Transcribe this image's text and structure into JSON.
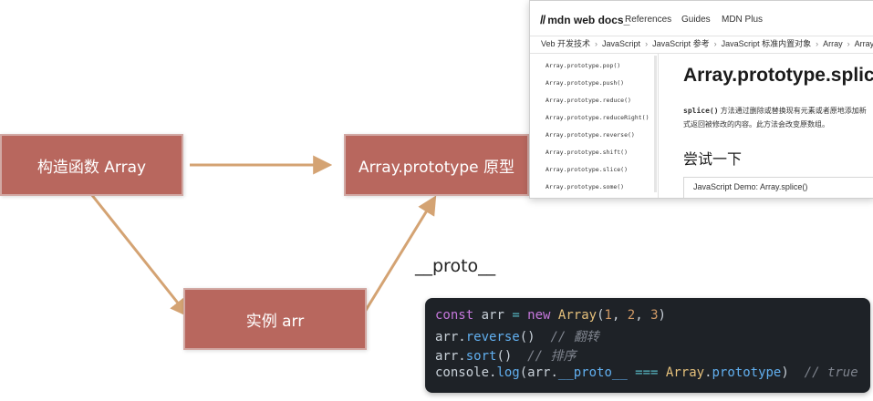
{
  "diagram": {
    "constructor_box": "构造函数 Array",
    "prototype_box": "Array.prototype 原型",
    "instance_box": "实例 arr",
    "proto_label": "__proto__",
    "colors": {
      "box_fill": "#b8675e",
      "box_border": "#d2a9a4",
      "arrow": "#d4a373"
    }
  },
  "code": {
    "line1": {
      "kw": "const",
      "var": " arr ",
      "op": "=",
      "kw2": " new ",
      "cls": "Array",
      "args_open": "(",
      "n1": "1",
      "c1": ", ",
      "n2": "2",
      "c2": ", ",
      "n3": "3",
      "args_close": ")"
    },
    "line2": {
      "obj": "arr.",
      "fn": "reverse",
      "call": "()",
      "comment": "  // 翻转"
    },
    "line3": {
      "obj": "arr.",
      "fn": "sort",
      "call": "()",
      "comment": "  // 排序"
    },
    "line4": {
      "obj": "console.",
      "fn": "log",
      "open": "(arr.",
      "prop": "__proto__",
      "op": " === ",
      "cls": "Array",
      "dot": ".",
      "prop2": "prototype",
      "close": ")",
      "comment": "  // true"
    }
  },
  "mdn": {
    "logo": "mdn web docs",
    "nav": [
      "References",
      "Guides",
      "MDN Plus"
    ],
    "breadcrumb": [
      "Veb 开发技术",
      "JavaScript",
      "JavaScript 参考",
      "JavaScript 标准内置对象",
      "Array",
      "Array."
    ],
    "sidebar": [
      "Array.prototype.pop()",
      "Array.prototype.push()",
      "Array.prototype.reduce()",
      "Array.prototype.reduceRight()",
      "Array.prototype.reverse()",
      "Array.prototype.shift()",
      "Array.prototype.slice()",
      "Array.prototype.some()"
    ],
    "title": "Array.prototype.splic",
    "desc_code": "splice()",
    "desc_line1": " 方法通过删除或替换现有元素或者原地添加新",
    "desc_line2": "式返回被修改的内容。此方法会改变原数组。",
    "try_heading": "尝试一下",
    "demo_label": "JavaScript Demo: Array.splice()"
  }
}
